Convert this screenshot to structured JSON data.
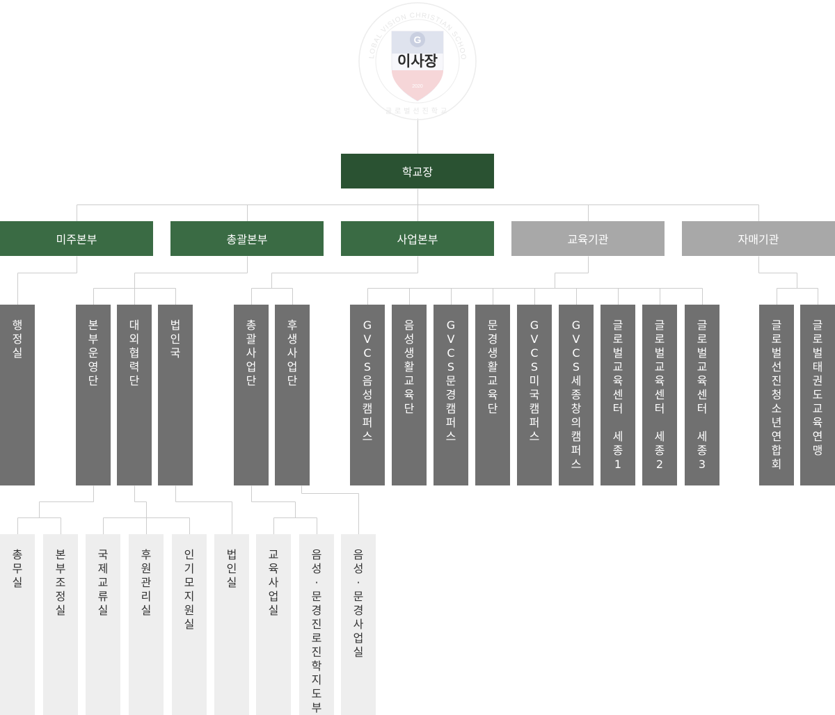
{
  "seal": {
    "text": "GLOBAL VISION CHRISTIAN SCHOOL",
    "korean": "글로벌선진학교",
    "letter": "G",
    "year": "2020"
  },
  "top": {
    "label": "이사장"
  },
  "principal": {
    "label": "학교장"
  },
  "divisions": [
    {
      "label": "미주본부"
    },
    {
      "label": "총괄본부"
    },
    {
      "label": "사업본부"
    },
    {
      "label": "교육기관"
    },
    {
      "label": "자매기관"
    }
  ],
  "units": [
    {
      "label": "행정실"
    },
    {
      "label": "본부운영단"
    },
    {
      "label": "대외협력단"
    },
    {
      "label": "법인국"
    },
    {
      "label": "총괄사업단"
    },
    {
      "label": "후생사업단"
    },
    {
      "label": "GVCS음성캠퍼스"
    },
    {
      "label": "음성생활교육단"
    },
    {
      "label": "GVCS문경캠퍼스"
    },
    {
      "label": "문경생활교육단"
    },
    {
      "label": "GVCS미국캠퍼스"
    },
    {
      "label": "GVCS세종창의캠퍼스"
    },
    {
      "label": "글로벌교육센터 세종1"
    },
    {
      "label": "글로벌교육센터 세종2"
    },
    {
      "label": "글로벌교육센터 세종3"
    },
    {
      "label": "글로벌선진청소년연합회"
    },
    {
      "label": "글로벌태권도교육연맹"
    }
  ],
  "offices": [
    {
      "label": "총무실"
    },
    {
      "label": "본부조정실"
    },
    {
      "label": "국제교류실"
    },
    {
      "label": "후원관리실"
    },
    {
      "label": "인기모지원실"
    },
    {
      "label": "법인실"
    },
    {
      "label": "교육사업실"
    },
    {
      "label": "음성·문경진로진학지도부"
    },
    {
      "label": "음성·문경사업실"
    }
  ],
  "colors": {
    "principal": "#2a5232",
    "division_green": "#3a6b44",
    "division_gray": "#a8a8a8",
    "unit": "#707070",
    "office": "#eeeeee",
    "line": "#cccccc"
  }
}
